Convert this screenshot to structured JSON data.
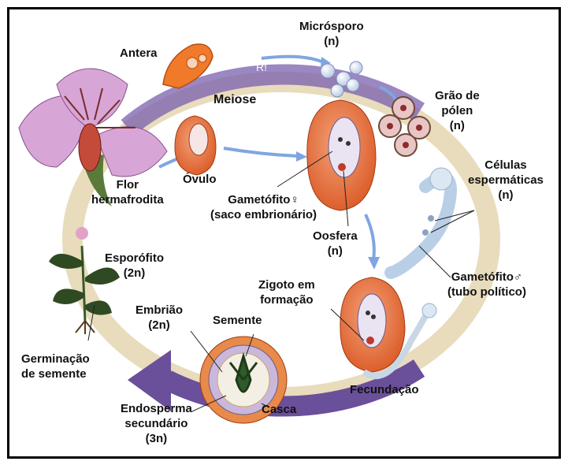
{
  "labels": {
    "antera": "Antera",
    "microsporo": [
      "Micrósporo",
      "(n)"
    ],
    "r_symbol": "R!",
    "meiose": "Meiose",
    "grao_polen": [
      "Grão de",
      "pólen",
      "(n)"
    ],
    "celulas_espermaticas": [
      "Células",
      "espermáticas",
      "(n)"
    ],
    "flor": [
      "Flor",
      "hermafrodita"
    ],
    "ovulo": "Óvulo",
    "gametofito_fem": [
      "Gametófito♀",
      "(saco embrionário)"
    ],
    "oosfera": [
      "Oosfera",
      "(n)"
    ],
    "esporofito": [
      "Esporófito",
      "(2n)"
    ],
    "gametofito_masc": [
      "Gametófito♂",
      "(tubo político)"
    ],
    "zigoto": [
      "Zigoto em",
      "formação"
    ],
    "embriao": [
      "Embrião",
      "(2n)"
    ],
    "semente": "Semente",
    "germinacao": [
      "Germinação",
      "de semente"
    ],
    "fecundacao": "Fecundação",
    "casca": "Casca",
    "endosperma": [
      "Endosperma",
      "secundário",
      "(3n)"
    ]
  },
  "colors": {
    "cycle_light": "#e4d8b8",
    "cycle_dark": "#6a4f9a",
    "arrow_blue": "#7fa6e0",
    "petal": "#d7a6d6",
    "ovule_orange": "#e8743a",
    "anther_orange": "#f07a2a"
  }
}
